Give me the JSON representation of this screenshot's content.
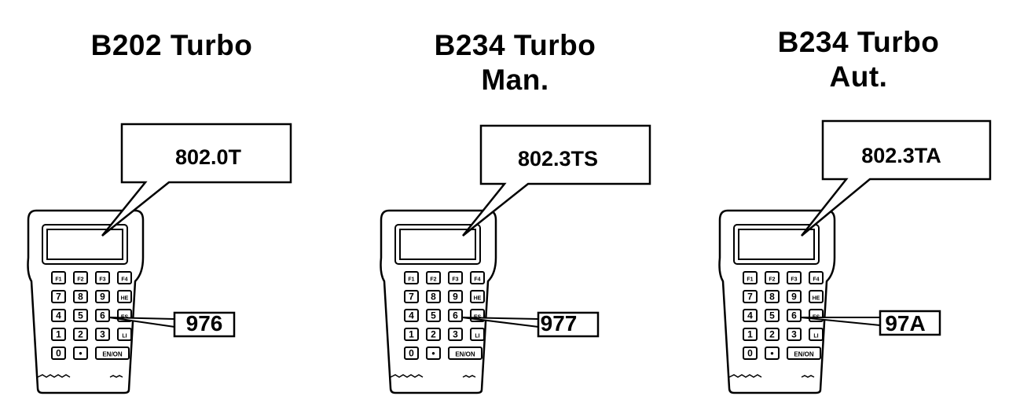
{
  "panels": [
    {
      "title_line1": "B202 Turbo",
      "title_line2": "",
      "display_code": "802.0T",
      "key_code": "976"
    },
    {
      "title_line1": "B234 Turbo",
      "title_line2": "Man.",
      "display_code": "802.3TS",
      "key_code": "977"
    },
    {
      "title_line1": "B234 Turbo",
      "title_line2": "Aut.",
      "display_code": "802.3TA",
      "key_code": "97A"
    }
  ],
  "keypad": {
    "row1": [
      "F1",
      "F2",
      "F3",
      "F4"
    ],
    "row2": [
      "7",
      "8",
      "9",
      "HE"
    ],
    "row3": [
      "4",
      "5",
      "6",
      "ES"
    ],
    "row4": [
      "1",
      "2",
      "3",
      "LI"
    ],
    "row5": [
      "0",
      "•",
      "EN/ON"
    ]
  }
}
